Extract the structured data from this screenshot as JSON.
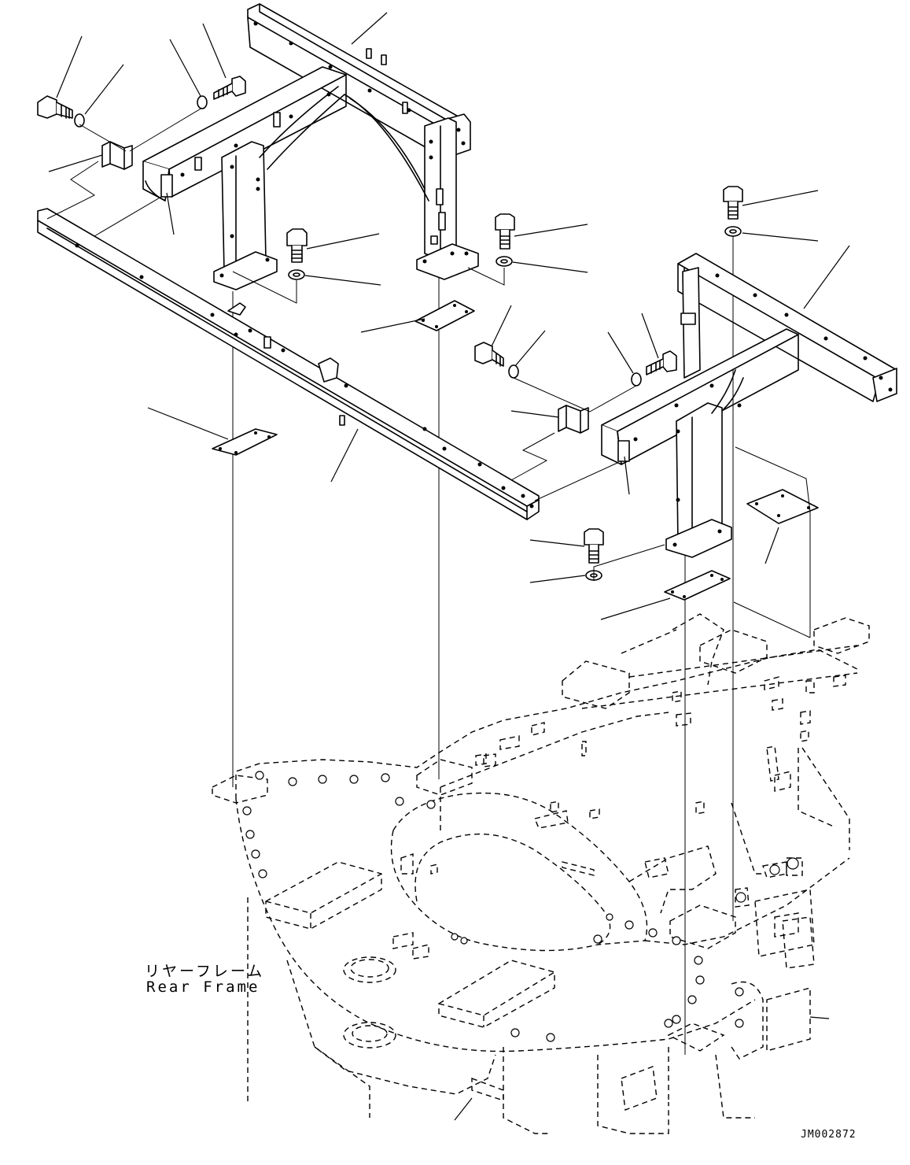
{
  "labels": {
    "rear_frame_jp": "リヤーフレーム",
    "rear_frame_en": "Rear Frame"
  },
  "drawing_id": "JM002872"
}
